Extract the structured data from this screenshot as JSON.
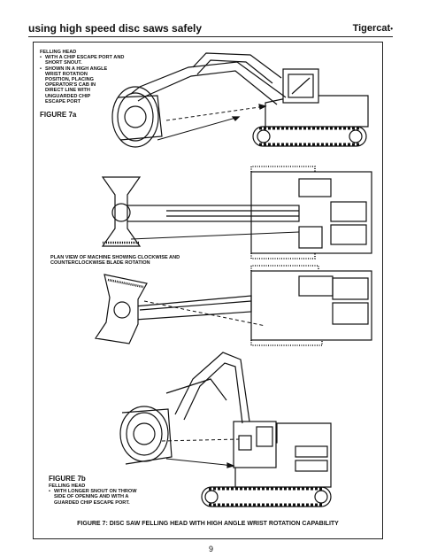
{
  "header": {
    "title": "using high speed disc saws safely",
    "brand": "Tigercat",
    "brand_mark": "•"
  },
  "fig7a": {
    "heading": "FELLING HEAD",
    "bullets": [
      "WITH A CHIP ESCAPE PORT AND SHORT SNOUT.",
      "SHOWN IN A HIGH ANGLE WRIST ROTATION POSITION, PLACING OPERATOR'S CAB IN DIRECT LINE WITH UNGUARDED CHIP ESCAPE PORT"
    ],
    "label": "FIGURE 7a"
  },
  "plan_view": {
    "text": "PLAN VIEW OF MACHINE SHOWING CLOCKWISE AND COUNTERCLOCKWISE BLADE ROTATION"
  },
  "fig7b": {
    "label": "FIGURE 7b",
    "heading": "FELLING HEAD",
    "bullets": [
      "WITH LONGER SNOUT ON THROW SIDE OF OPENING AND WITH A GUARDED CHIP ESCAPE PORT."
    ]
  },
  "caption": "FIGURE 7: DISC SAW FELLING HEAD WITH HIGH ANGLE WRIST ROTATION CAPABILITY",
  "page_number": "9"
}
